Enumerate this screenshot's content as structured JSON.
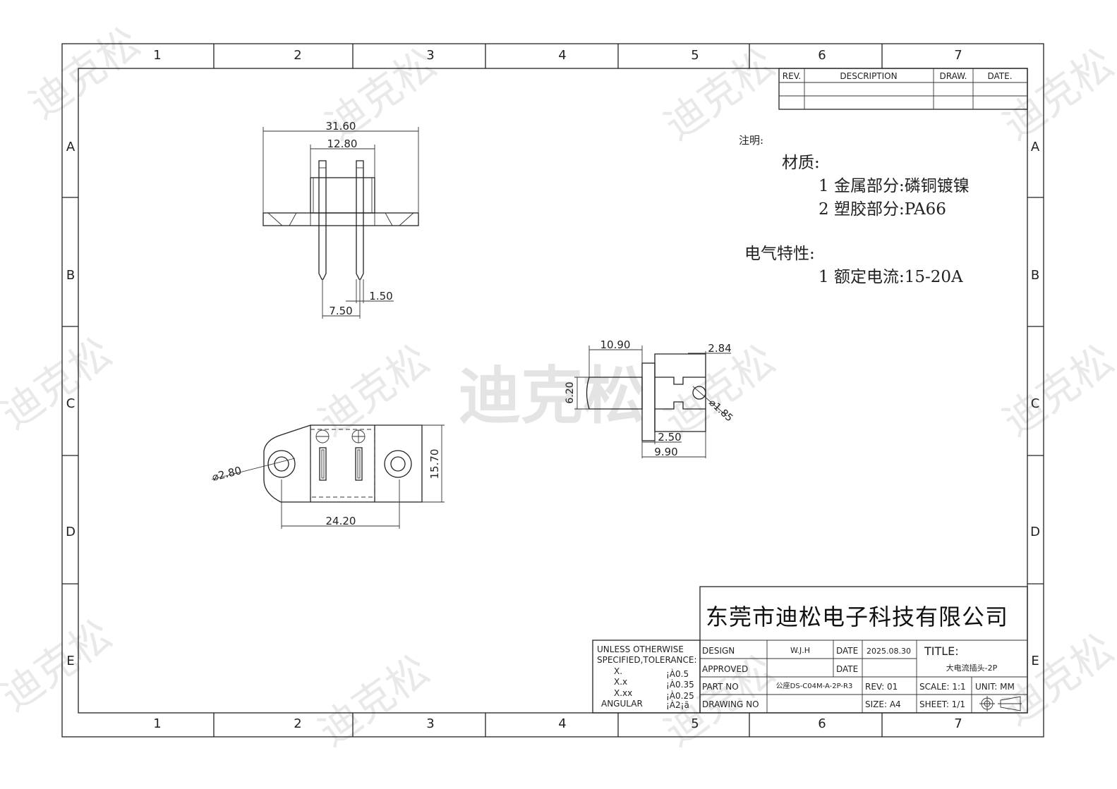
{
  "watermark": {
    "text": "迪克松"
  },
  "frame": {
    "columns": [
      "1",
      "2",
      "3",
      "4",
      "5",
      "6",
      "7"
    ],
    "rows": [
      "A",
      "B",
      "C",
      "D",
      "E"
    ]
  },
  "revision_table": {
    "headers": [
      "REV.",
      "DESCRIPTION",
      "DRAW.",
      "DATE."
    ]
  },
  "notes": {
    "heading": "注明:",
    "material_heading": "材质:",
    "material_items": [
      "1  金属部分:磷铜镀镍",
      "2  塑胶部分:PA66"
    ],
    "electrical_heading": "电气特性:",
    "electrical_items": [
      "1  额定电流:15-20A"
    ]
  },
  "dimensions": {
    "top_view": {
      "overall_width": "31.60",
      "housing_width": "12.80",
      "pin_width": "1.50",
      "pin_pitch": "7.50"
    },
    "front_view": {
      "hole_dia": "⌀2.80",
      "height": "15.70",
      "hole_spacing": "24.20"
    },
    "side_view": {
      "length": "10.90",
      "tab": "2.84",
      "height": "6.20",
      "hole_dia": "⌀1.85",
      "flange": "2.50",
      "depth": "9.90"
    }
  },
  "title_block": {
    "company": "东莞市迪松电子科技有限公司",
    "tolerance": {
      "heading1": "UNLESS OTHERWISE",
      "heading2": "SPECIFIED,TOLERANCE:",
      "rows": [
        {
          "label": "X.",
          "value": "¡À0.5"
        },
        {
          "label": "X.x",
          "value": "¡À0.35"
        },
        {
          "label": "X.xx",
          "value": "¡À0.25"
        },
        {
          "label": "ANGULAR",
          "value": "¡À2¡ã"
        }
      ]
    },
    "design_label": "DESIGN",
    "design_value": "W.J.H",
    "date_label": "DATE",
    "date_value": "2025.08.30",
    "approved_label": "APPROVED",
    "approved_date_label": "DATE",
    "title_label": "TITLE:",
    "title_value": "大电流插头-2P",
    "part_no_label": "PART NO",
    "part_no_value": "公座DS-C04M-A-2P-R3",
    "rev": "REV: 01",
    "scale": "SCALE: 1:1",
    "unit": "UNIT: MM",
    "drawing_no_label": "DRAWING NO",
    "size": "SIZE: A4",
    "sheet": "SHEET: 1/1",
    "projection_icon": "first-angle-projection-icon"
  }
}
